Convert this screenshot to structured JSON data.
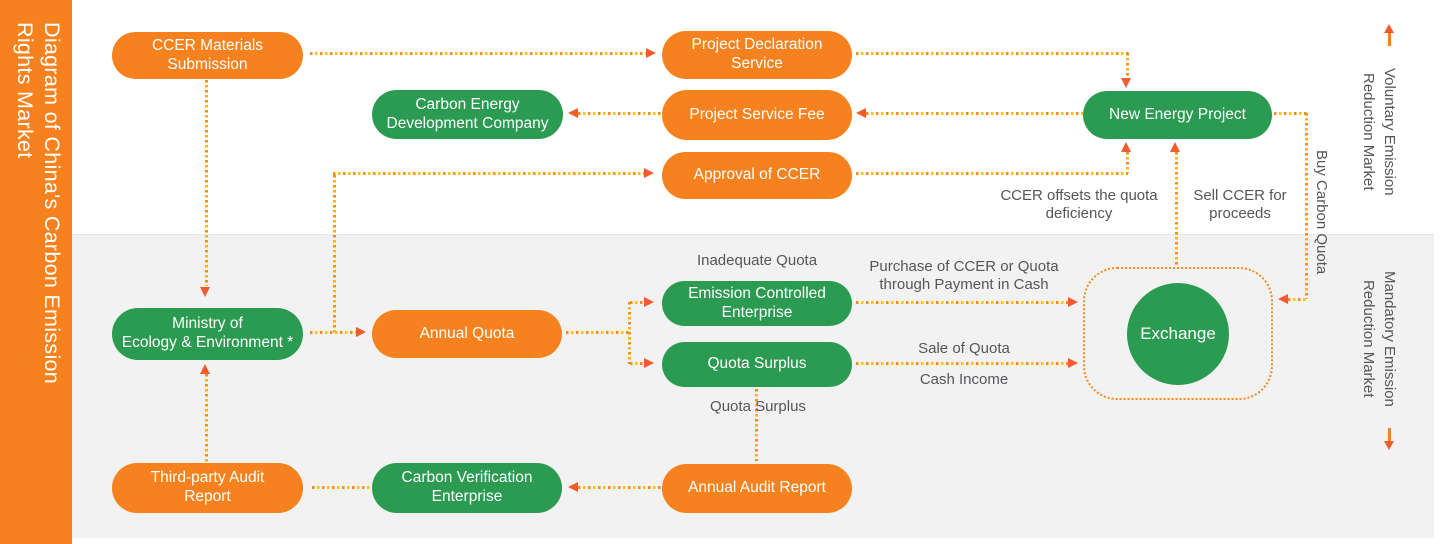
{
  "sidebar": {
    "title": "Diagram of China's Carbon Emission\nRights Market"
  },
  "markets": {
    "voluntary": "Voluntary Emission\nReduction Market",
    "mandatory": "Mandatory Emission\nReduction Market"
  },
  "nodes": {
    "ccer_materials_submission": {
      "label": "CCER Materials\nSubmission",
      "color": "orange"
    },
    "project_declaration_service": {
      "label": "Project Declaration\nService",
      "color": "orange"
    },
    "carbon_energy_development_company": {
      "label": "Carbon Energy\nDevelopment Company",
      "color": "green"
    },
    "project_service_fee": {
      "label": "Project Service Fee",
      "color": "orange"
    },
    "approval_of_ccer": {
      "label": "Approval of CCER",
      "color": "orange"
    },
    "new_energy_project": {
      "label": "New Energy Project",
      "color": "green"
    },
    "ministry_of_ecology": {
      "label": "Ministry of\nEcology & Environment *",
      "color": "green"
    },
    "annual_quota": {
      "label": "Annual Quota",
      "color": "orange"
    },
    "emission_controlled_enterprise": {
      "label": "Emission Controlled\nEnterprise",
      "color": "green"
    },
    "quota_surplus": {
      "label": "Quota Surplus",
      "color": "green"
    },
    "exchange": {
      "label": "Exchange",
      "color": "green"
    },
    "third_party_audit_report": {
      "label": "Third-party Audit\nReport",
      "color": "orange"
    },
    "carbon_verification_enterprise": {
      "label": "Carbon Verification\nEnterprise",
      "color": "green"
    },
    "annual_audit_report": {
      "label": "Annual Audit Report",
      "color": "orange"
    }
  },
  "edge_labels": {
    "inadequate_quota": "Inadequate Quota",
    "purchase_of_ccer": "Purchase of CCER or Quota\nthrough Payment in Cash",
    "sale_of_quota": "Sale of Quota",
    "cash_income": "Cash Income",
    "ccer_offsets": "CCER offsets the quota\ndeficiency",
    "sell_ccer": "Sell CCER for\nproceeds",
    "buy_carbon_quota": "Buy Carbon Quota",
    "quota_surplus": "Quota Surplus"
  },
  "colors": {
    "orange": "#F6821F",
    "green": "#2B9B51",
    "arrowhead": "#F15B2D",
    "dot_orange": "#F78D1E",
    "dot_yellow": "#FFC20E",
    "label_text": "#55565A",
    "section_background": "#F2F2F3"
  }
}
